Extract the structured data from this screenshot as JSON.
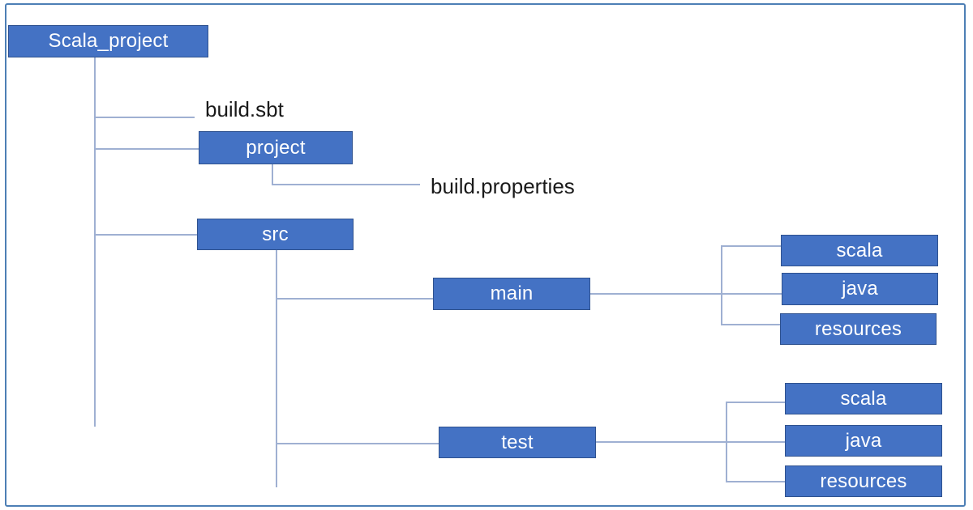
{
  "diagram": {
    "root_label": "Scala_project",
    "files": {
      "build_sbt": "build.sbt",
      "build_properties": "build.properties"
    },
    "folders": {
      "project": "project",
      "src": "src",
      "main": "main",
      "test": "test",
      "main_children": [
        "scala",
        "java",
        "resources"
      ],
      "test_children": [
        "scala",
        "java",
        "resources"
      ]
    },
    "colors": {
      "node_fill": "#4472c4",
      "node_border": "#2f528f",
      "node_text": "#ffffff",
      "label_text": "#1a1a1a",
      "connector": "#9fb0d2",
      "frame": "#4d7fb5",
      "background": "#ffffff"
    }
  }
}
